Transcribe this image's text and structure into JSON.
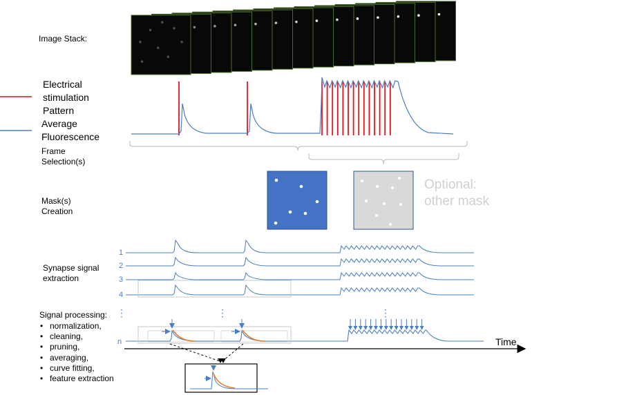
{
  "labels": {
    "image_stack": "Image Stack:",
    "electrical_stimulation": "Electrical\nstimulation\nPattern",
    "average_fluorescence": "Average\nFluorescence",
    "frame_selection": "Frame\nSelection(s)",
    "mask_creation": "Mask(s)\nCreation",
    "optional_mask": "Optional:\nother mask",
    "synapse_signal_extraction": "Synapse signal\nextraction",
    "signal_processing": "Signal processing:",
    "time_axis": "Time",
    "trace_n": "n",
    "vertical_dots": "⋮"
  },
  "trace_numbers": [
    "1",
    "2",
    "3",
    "4"
  ],
  "processing_steps": [
    "normalization,",
    "cleaning,",
    "pruning,",
    "averaging,",
    "curve fitting,",
    "feature extraction"
  ],
  "colors": {
    "stimulation": "#e0141e",
    "fluorescence": "#4a7ebf",
    "fit": "#ed7d31",
    "mask_primary": "#4472c4",
    "mask_optional": "#d9d9d9",
    "optional_text": "#d0d0d0",
    "frame_border": "#4a6b2a"
  }
}
